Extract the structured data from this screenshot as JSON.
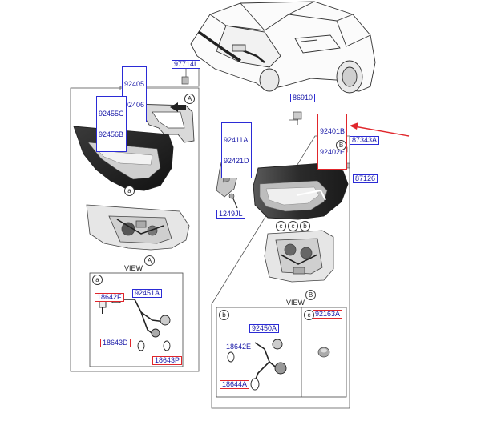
{
  "labels": {
    "p92405": "92405",
    "p92406": "92406",
    "p97714L": "97714L",
    "p92455C": "92455C",
    "p92456B": "92456B",
    "p86910": "86910",
    "p92401B": "92401B",
    "p92402E": "92402E",
    "p92411A": "92411A",
    "p92421D": "92421D",
    "p87343A": "87343A",
    "p87126": "87126",
    "p1249JL": "1249JL",
    "p18642F_a": "18642F",
    "p92451A": "92451A",
    "p18643D": "18643D",
    "p18643P": "18643P",
    "p92450A": "92450A",
    "p18642E": "18642E",
    "p18644A": "18644A",
    "p92163A": "92163A"
  },
  "views": {
    "view_a_text": "VIEW",
    "view_a_letter": "A",
    "view_b_text": "VIEW",
    "view_b_letter": "B"
  },
  "callouts": {
    "a": "a",
    "b": "b",
    "c": "c",
    "A": "A",
    "B": "B"
  },
  "colors": {
    "label_text": "#1a1aa8",
    "label_border": "#2b2bd6",
    "highlight_border": "#e0262b",
    "pointer_arrow": "#e0262b",
    "line_art": "#333333"
  }
}
